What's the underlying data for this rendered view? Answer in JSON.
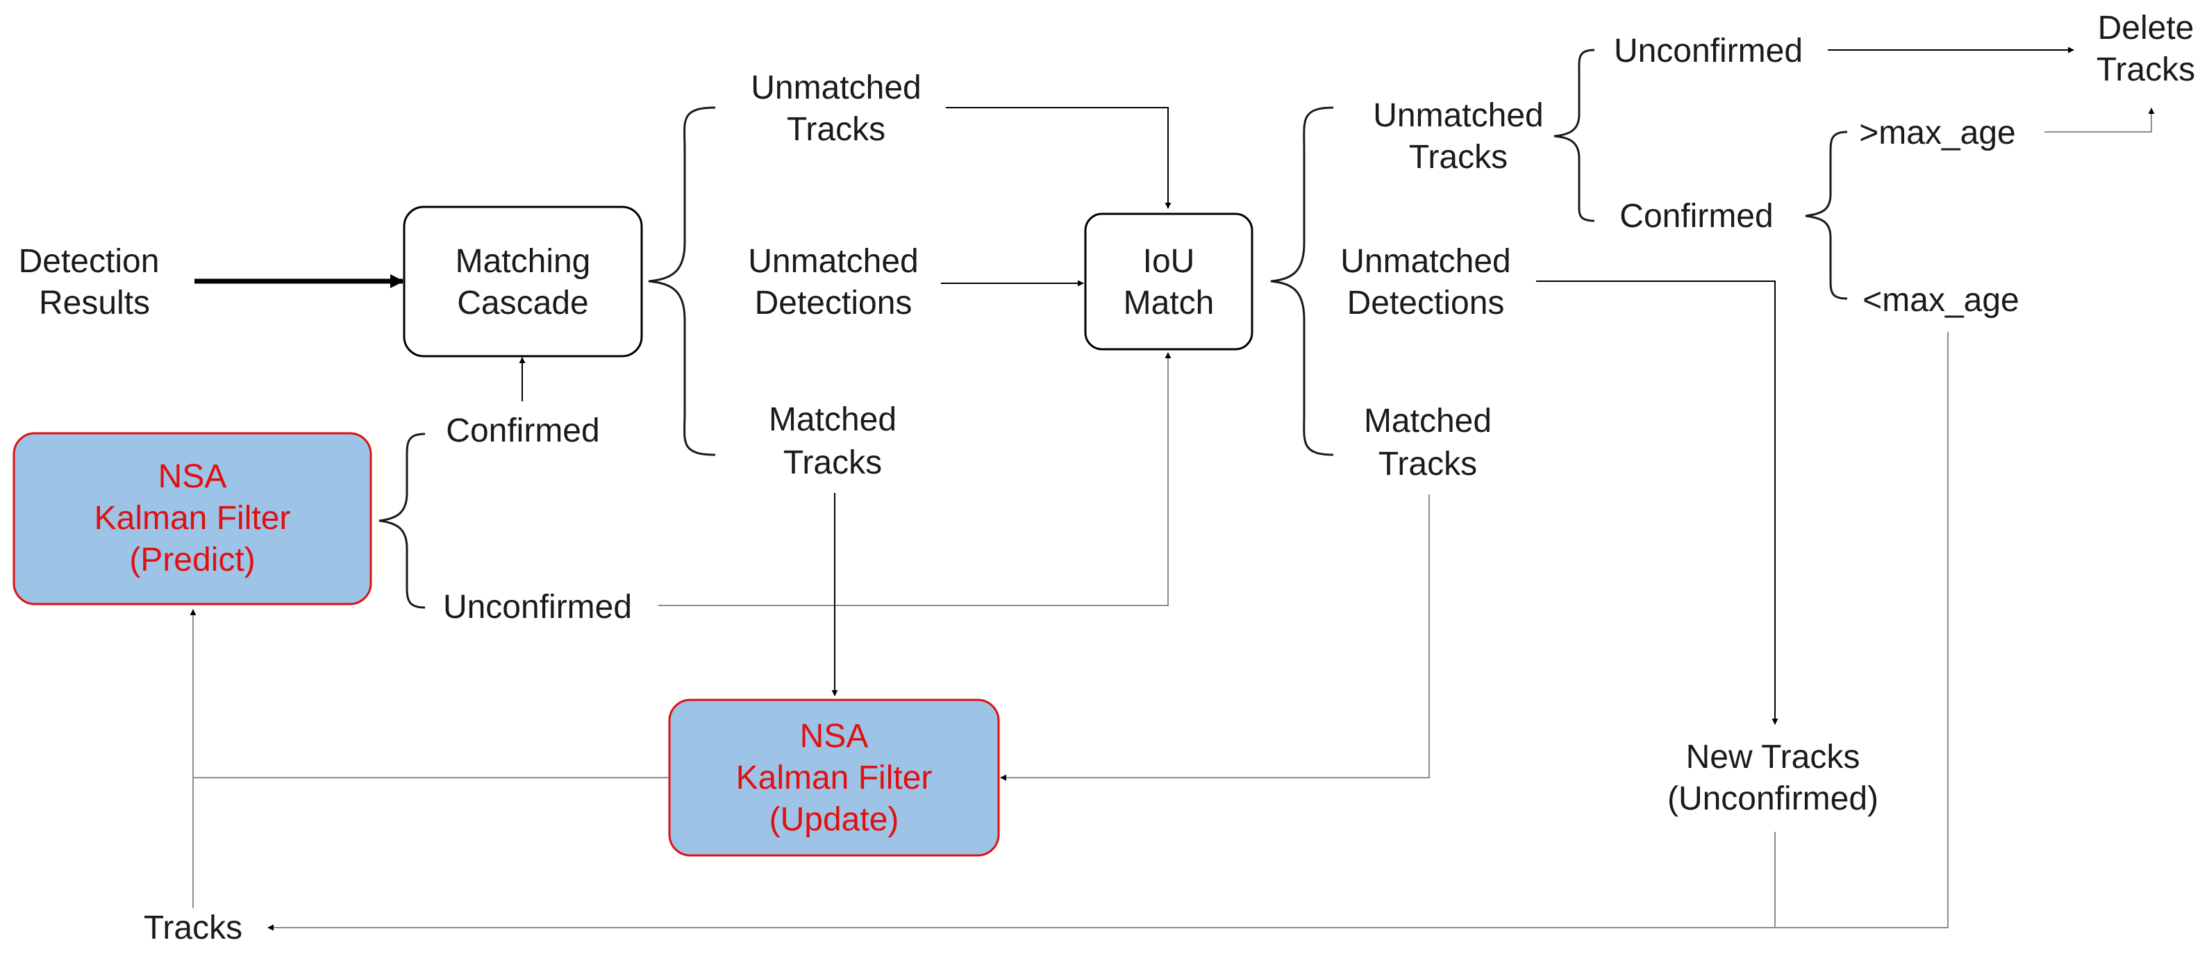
{
  "colors": {
    "kf_fill": "#9DC3E6",
    "kf_stroke": "#E01010",
    "kf_text": "#E01010",
    "line": "#000000",
    "gray_line": "#8C8C8C"
  },
  "input": {
    "line1": "Detection",
    "line2": "Results"
  },
  "matching_cascade": {
    "line1": "Matching",
    "line2": "Cascade"
  },
  "iou_match": {
    "line1": "IoU",
    "line2": "Match"
  },
  "kf_predict": {
    "line1": "NSA",
    "line2": "Kalman Filter",
    "line3": "(Predict)"
  },
  "kf_update": {
    "line1": "NSA",
    "line2": "Kalman Filter",
    "line3": "(Update)"
  },
  "cascade_out": {
    "unmatched_tracks": {
      "line1": "Unmatched",
      "line2": "Tracks"
    },
    "unmatched_detections": {
      "line1": "Unmatched",
      "line2": "Detections"
    },
    "matched_tracks": {
      "line1": "Matched",
      "line2": "Tracks"
    }
  },
  "predict_out": {
    "confirmed": "Confirmed",
    "unconfirmed": "Unconfirmed"
  },
  "iou_out": {
    "unmatched_tracks": {
      "line1": "Unmatched",
      "line2": "Tracks"
    },
    "unmatched_detections": {
      "line1": "Unmatched",
      "line2": "Detections"
    },
    "matched_tracks": {
      "line1": "Matched",
      "line2": "Tracks"
    }
  },
  "track_state": {
    "unconfirmed": "Unconfirmed",
    "confirmed": "Confirmed"
  },
  "age_check": {
    "gt": ">max_age",
    "lt": "<max_age"
  },
  "delete_tracks": {
    "line1": "Delete",
    "line2": "Tracks"
  },
  "new_tracks": {
    "line1": "New Tracks",
    "line2": "(Unconfirmed)"
  },
  "tracks": "Tracks"
}
